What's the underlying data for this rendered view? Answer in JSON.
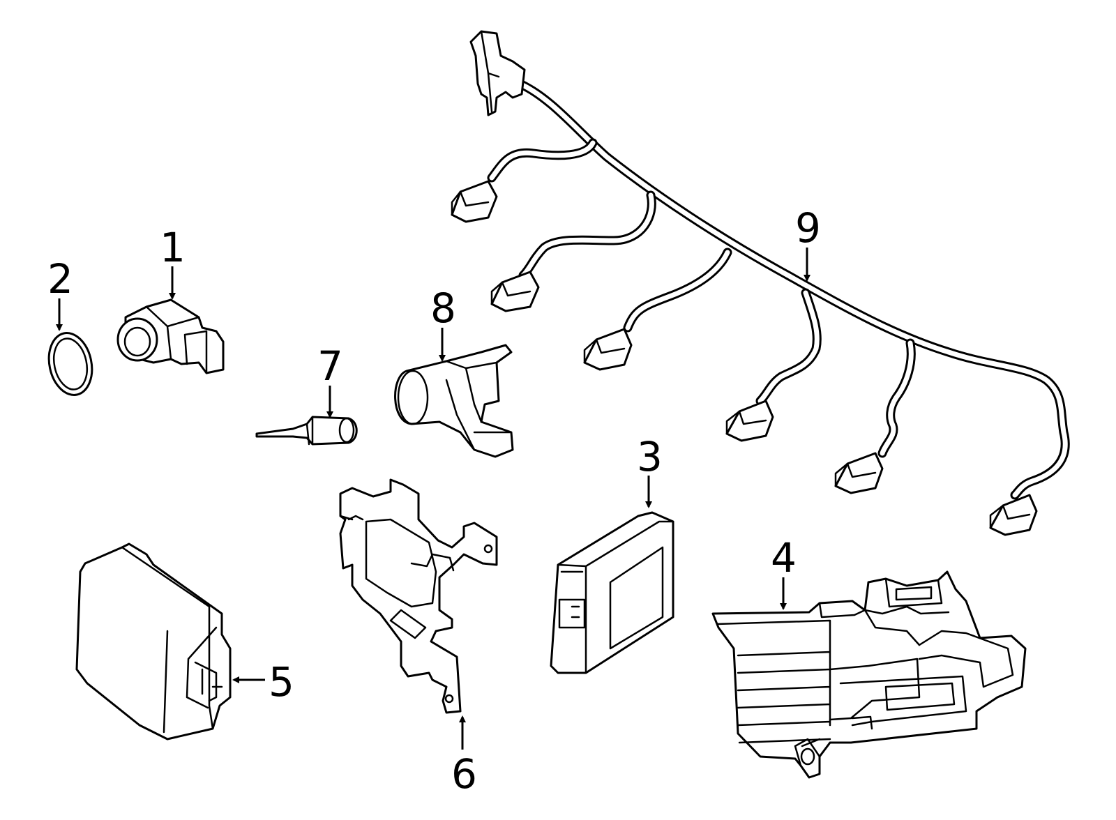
{
  "diagram": {
    "callouts": [
      {
        "id": "1",
        "label": "1"
      },
      {
        "id": "2",
        "label": "2"
      },
      {
        "id": "3",
        "label": "3"
      },
      {
        "id": "4",
        "label": "4"
      },
      {
        "id": "5",
        "label": "5"
      },
      {
        "id": "6",
        "label": "6"
      },
      {
        "id": "7",
        "label": "7"
      },
      {
        "id": "8",
        "label": "8"
      },
      {
        "id": "9",
        "label": "9"
      }
    ],
    "parts": [
      {
        "callout": "1",
        "icon": "parking-sensor-icon"
      },
      {
        "callout": "2",
        "icon": "sensor-ring-icon"
      },
      {
        "callout": "3",
        "icon": "control-module-icon"
      },
      {
        "callout": "4",
        "icon": "module-bracket-icon"
      },
      {
        "callout": "5",
        "icon": "radar-sensor-icon"
      },
      {
        "callout": "6",
        "icon": "mounting-bracket-icon"
      },
      {
        "callout": "7",
        "icon": "clip-pin-icon"
      },
      {
        "callout": "8",
        "icon": "sensor-holder-icon"
      },
      {
        "callout": "9",
        "icon": "wiring-harness-icon"
      }
    ],
    "colors": {
      "line": "#000000",
      "background": "#ffffff"
    }
  }
}
